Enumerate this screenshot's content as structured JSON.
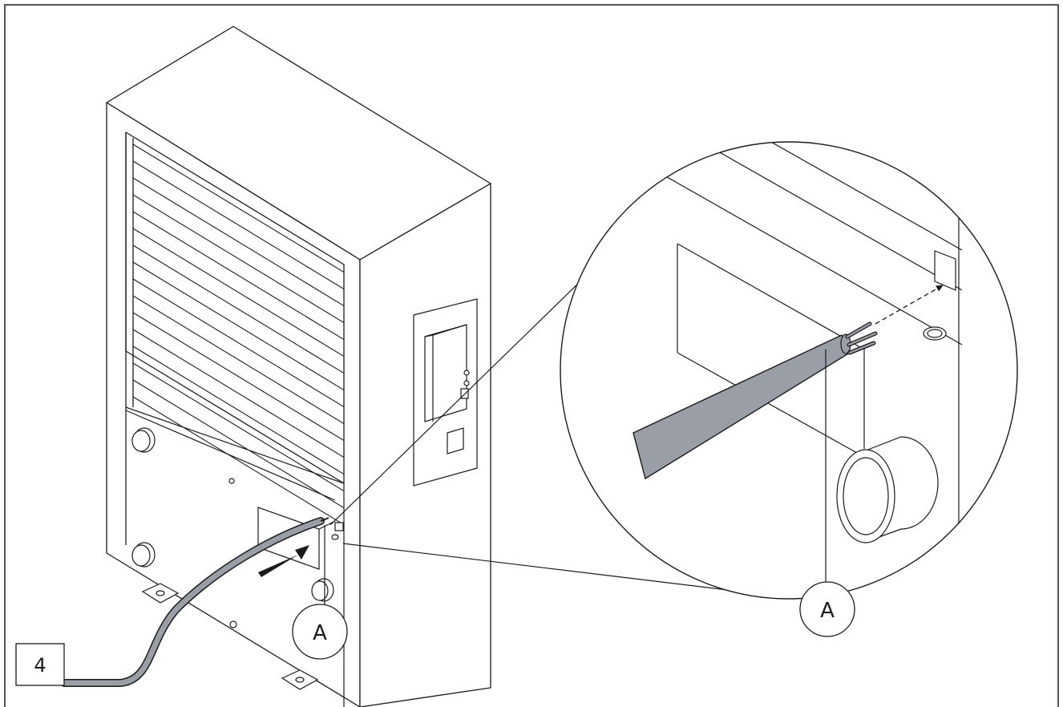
{
  "figure": {
    "step_number": "4",
    "callout_main": "A",
    "callout_detail": "A"
  },
  "colors": {
    "line": "#1a1a1a",
    "cable_fill": "#9a9ea6",
    "background": "#ffffff"
  }
}
